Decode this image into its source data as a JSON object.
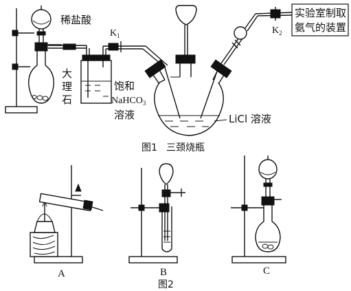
{
  "figure1": {
    "labels": {
      "dilute_hcl": "稀盐酸",
      "marble_1": "大",
      "marble_2": "理",
      "marble_3": "石",
      "k1": "K",
      "k1_sub": "1",
      "saturated": "饱和",
      "nahco3": "NaHCO",
      "nahco3_sub": "3",
      "solution": "溶液",
      "licl": "LiCl 溶液",
      "k2": "K",
      "k2_sub": "2",
      "ammonia_box_line1": "实验室制取",
      "ammonia_box_line2": "氨气的装置"
    },
    "caption_num": "图1",
    "caption_text": "三颈烧瓶"
  },
  "figure2": {
    "a": "A",
    "b": "B",
    "c": "C",
    "caption": "图2"
  }
}
